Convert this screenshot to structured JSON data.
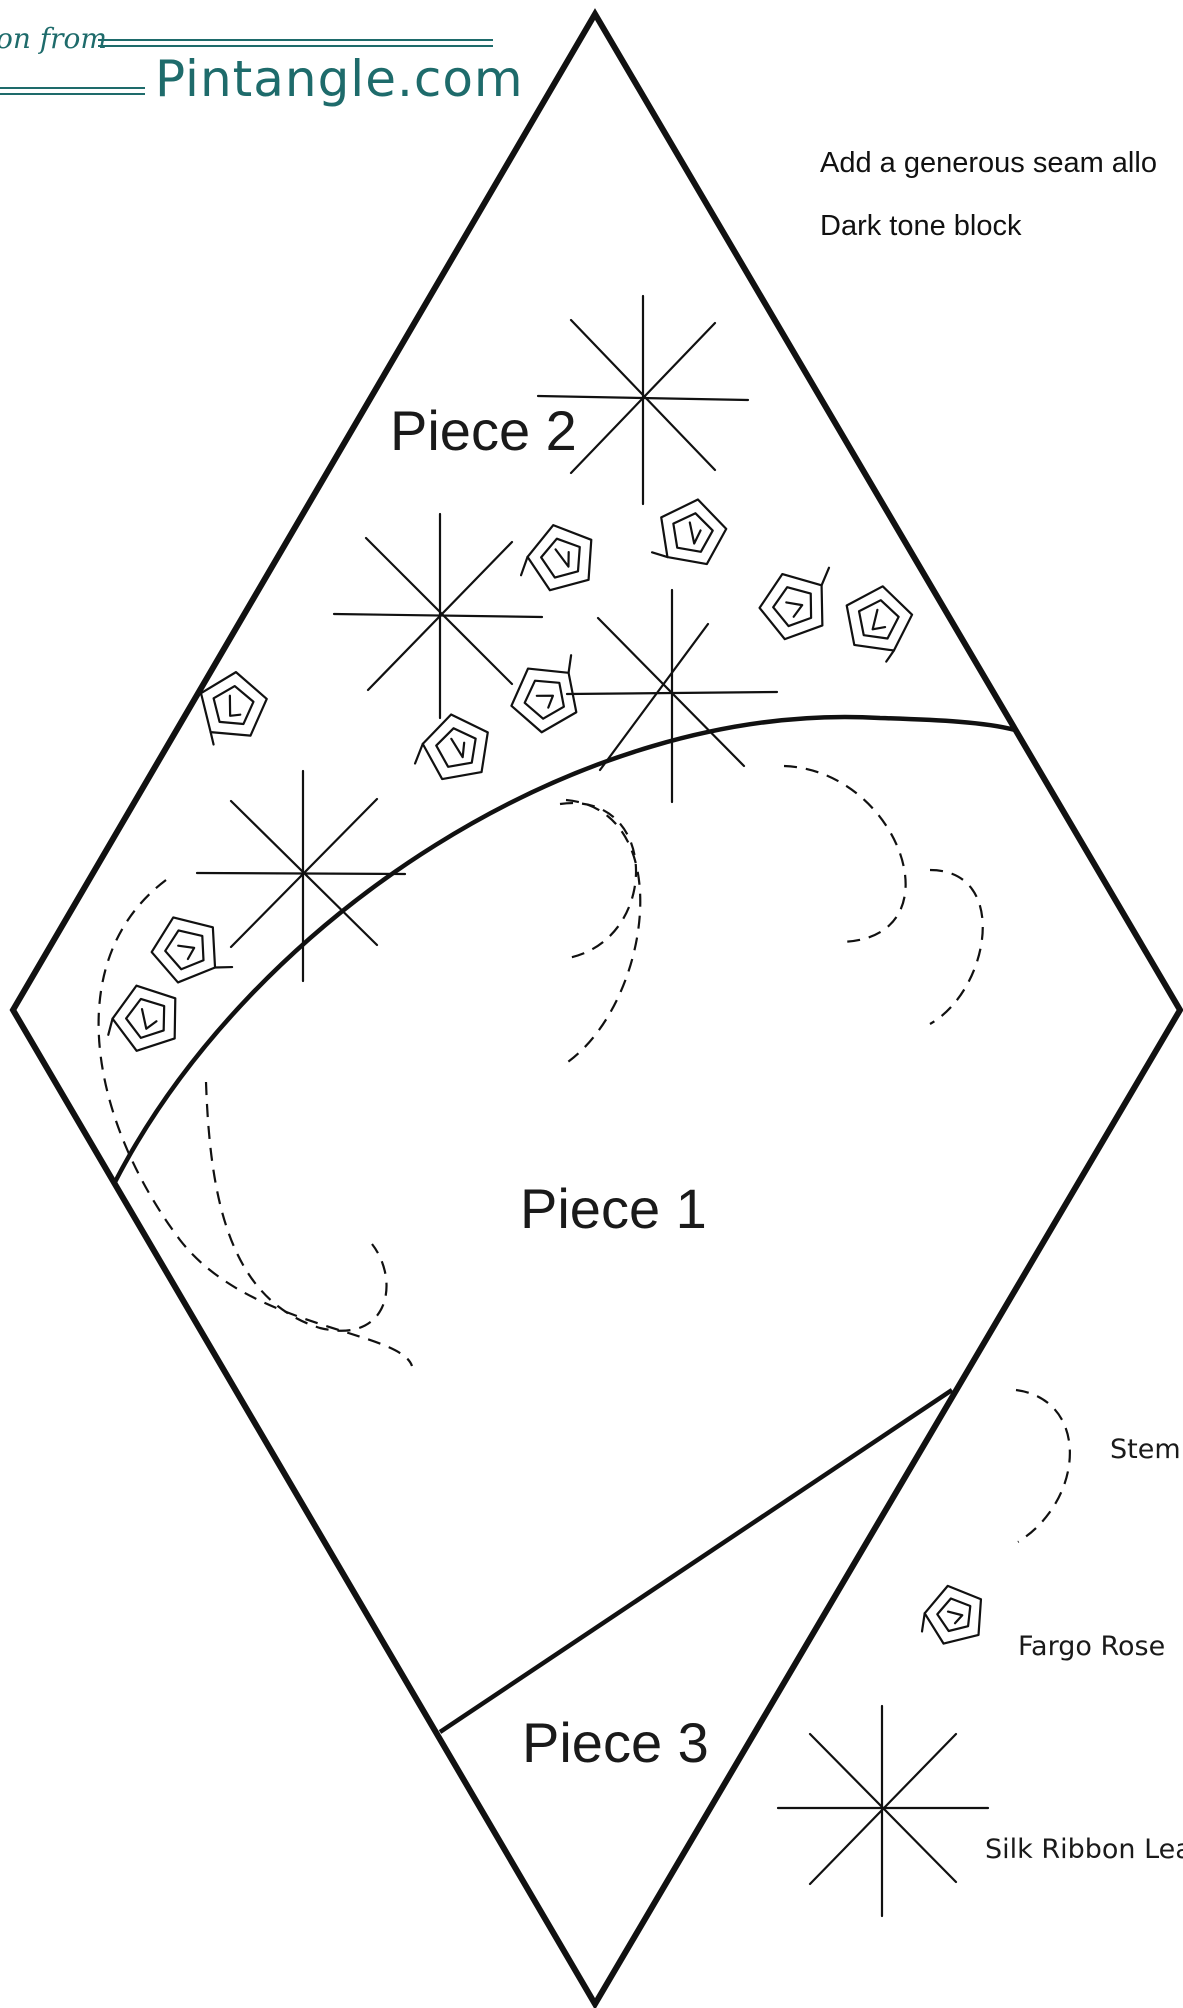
{
  "brand": {
    "script_text": "on from",
    "name": "Pintangle.com",
    "color": "#1e6b6b"
  },
  "notes": {
    "seam_allowance": "Add a generous seam allo",
    "tone": "Dark tone block"
  },
  "pieces": {
    "piece_2": "Piece 2",
    "piece_1": "Piece 1",
    "piece_3": "Piece 3"
  },
  "legend": {
    "stem": "Stem",
    "fargo_rose": "Fargo Rose",
    "silk_ribbon_leaf": "Silk Ribbon Lea"
  },
  "icons": {
    "stem": "dashed-stem-icon",
    "fargo_rose": "fargo-rose-icon",
    "silk_ribbon_leaf": "silk-ribbon-leaf-icon"
  }
}
